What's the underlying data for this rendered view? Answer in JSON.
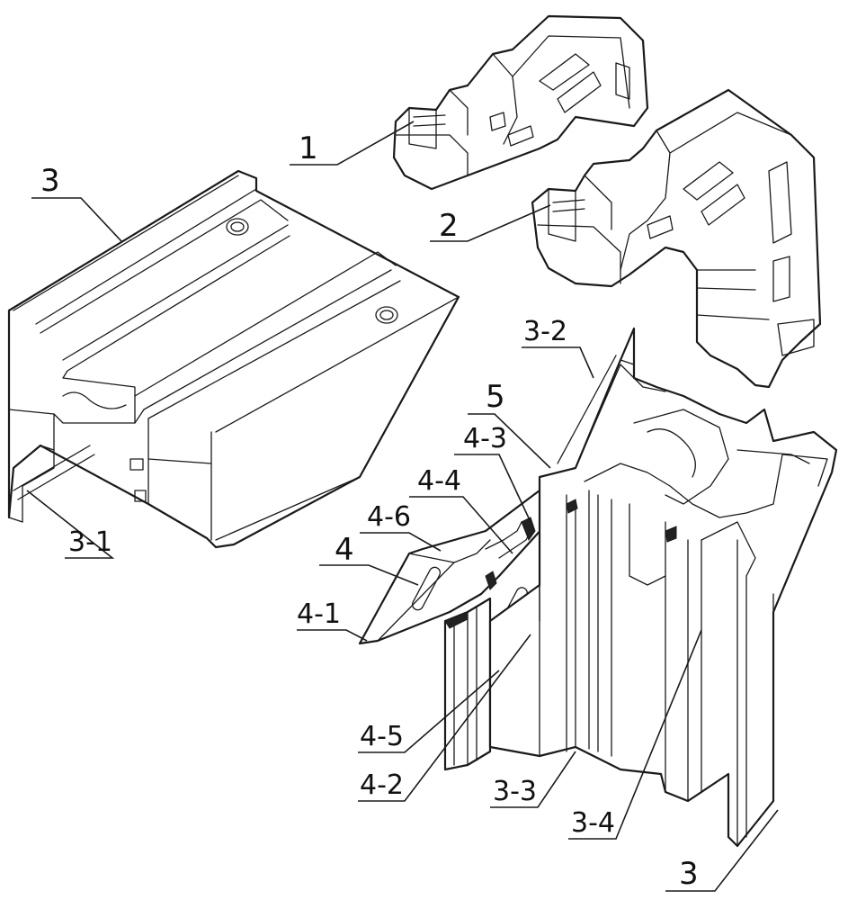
{
  "labels": {
    "l1": "1",
    "l2": "2",
    "l3_top": "3",
    "l3_1": "3-1",
    "l3_2": "3-2",
    "l5": "5",
    "l4_3": "4-3",
    "l4_4": "4-4",
    "l4_6": "4-6",
    "l4": "4",
    "l4_1": "4-1",
    "l4_5": "4-5",
    "l4_2": "4-2",
    "l3_3": "3-3",
    "l3_4": "3-4",
    "l3_bottom": "3"
  }
}
